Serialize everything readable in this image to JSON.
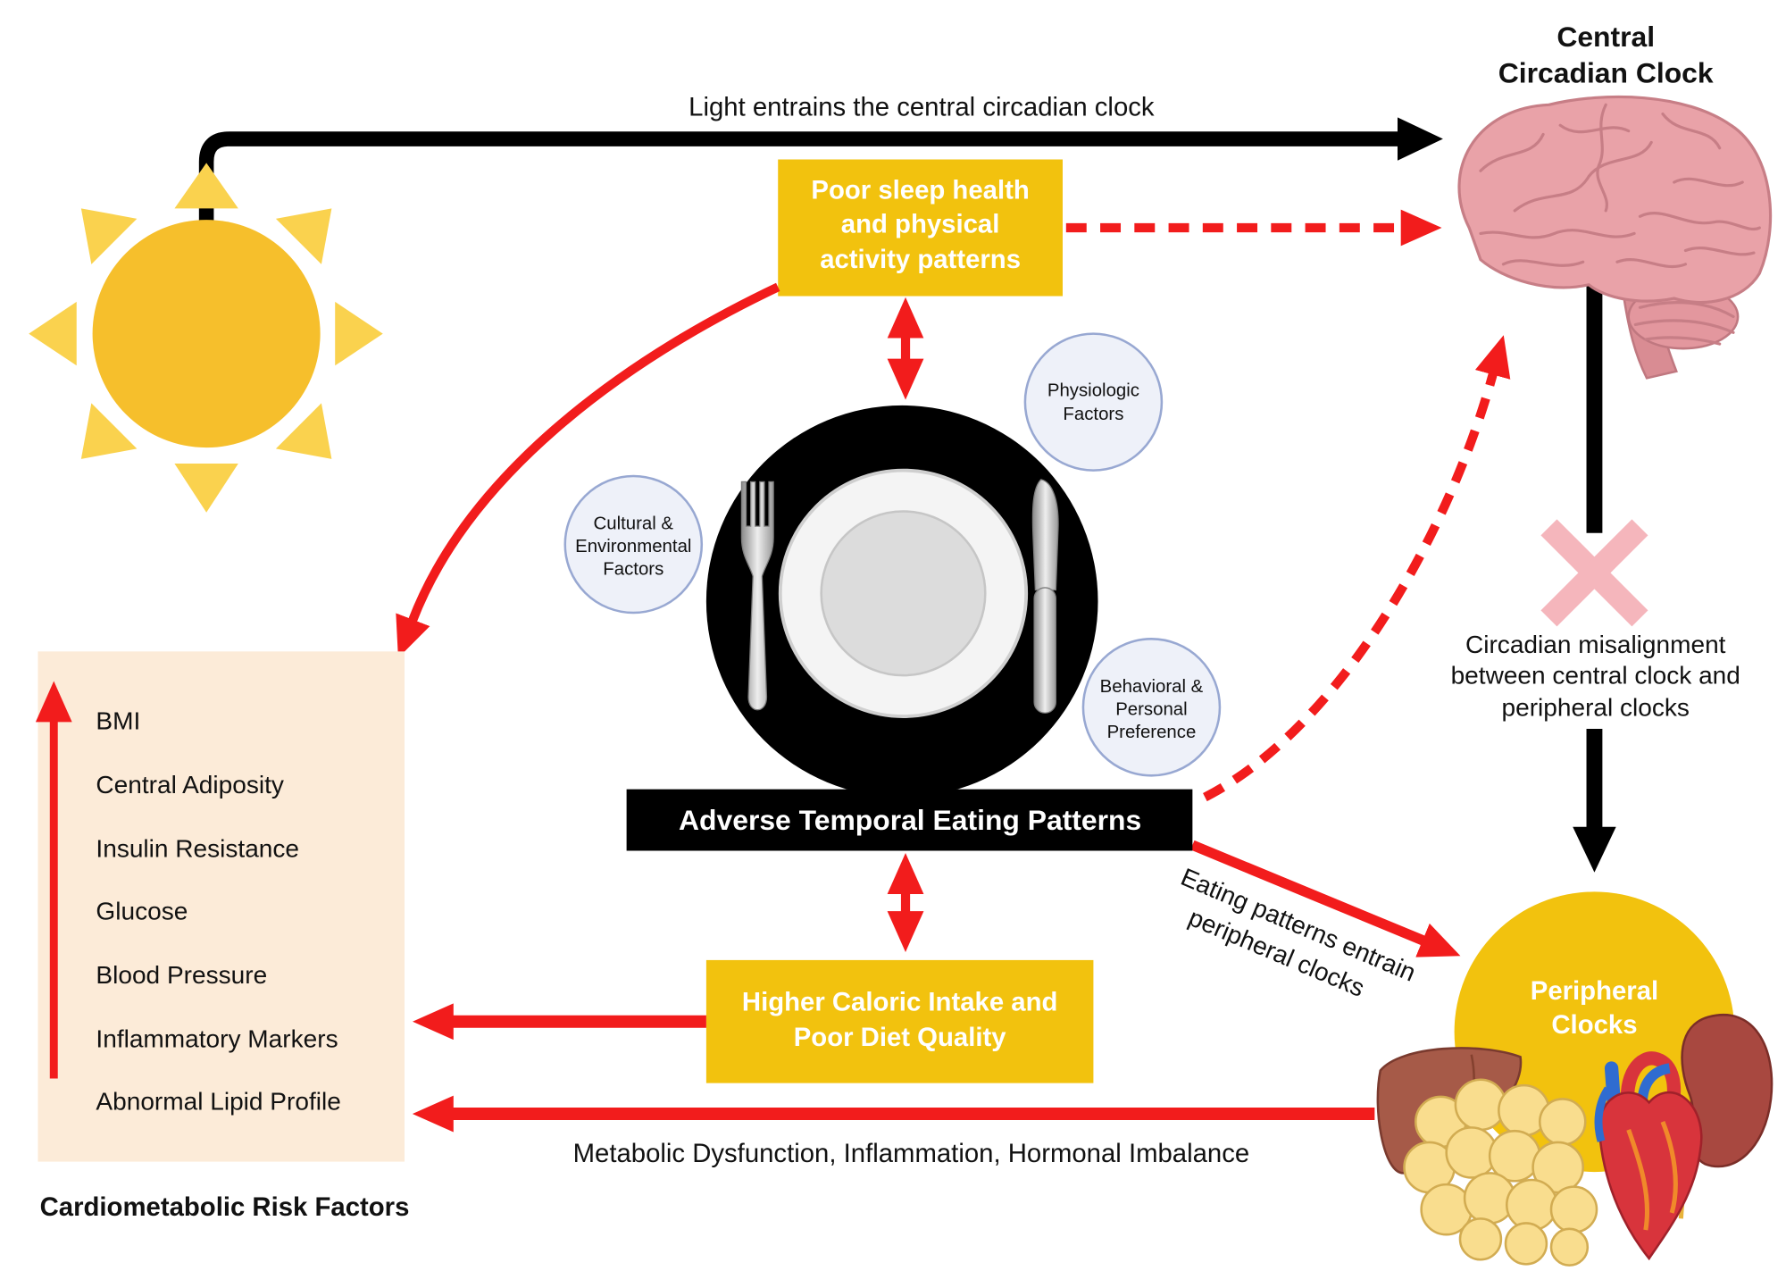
{
  "diagram": {
    "central_clock_title": [
      "Central",
      "Circadian Clock"
    ],
    "light_label": "Light entrains the central circadian clock",
    "sleep_box": [
      "Poor sleep health",
      "and physical",
      "activity patterns"
    ],
    "factors": {
      "physiologic": [
        "Physiologic",
        "Factors"
      ],
      "cultural": [
        "Cultural &",
        "Environmental",
        "Factors"
      ],
      "behavioral": [
        "Behavioral &",
        "Personal",
        "Preference"
      ]
    },
    "eating_label": "Adverse Temporal Eating Patterns",
    "caloric_box": [
      "Higher Caloric Intake and",
      "Poor Diet Quality"
    ],
    "risk_items": [
      "BMI",
      "Central Adiposity",
      "Insulin Resistance",
      "Glucose",
      "Blood Pressure",
      "Inflammatory Markers",
      "Abnormal Lipid Profile"
    ],
    "risk_caption": "Cardiometabolic Risk Factors",
    "misalignment": [
      "Circadian misalignment",
      "between central clock and",
      "peripheral clocks"
    ],
    "entrain_label": [
      "Eating patterns entrain",
      "peripheral clocks"
    ],
    "peripheral": [
      "Peripheral",
      "Clocks"
    ],
    "metabolic_label": "Metabolic Dysfunction, Inflammation, Hormonal Imbalance"
  },
  "icons": [
    "sun-icon",
    "brain-icon",
    "plate-icon",
    "fork-icon",
    "knife-icon",
    "misalignment-x-icon",
    "liver-icon",
    "fat-cells-icon",
    "heart-icon",
    "kidney-icon"
  ],
  "colors": {
    "red": "#F21C1C",
    "gold": "#F2C20E",
    "sun": "#F6BF2C",
    "sun_ray": "#FAD24E",
    "risk_bg": "#FCEBD8",
    "factor_bg": "#EEF1F9",
    "factor_stroke": "#98A8D2",
    "x_pink": "#F5B6BC",
    "brain": "#E9A2A8"
  }
}
